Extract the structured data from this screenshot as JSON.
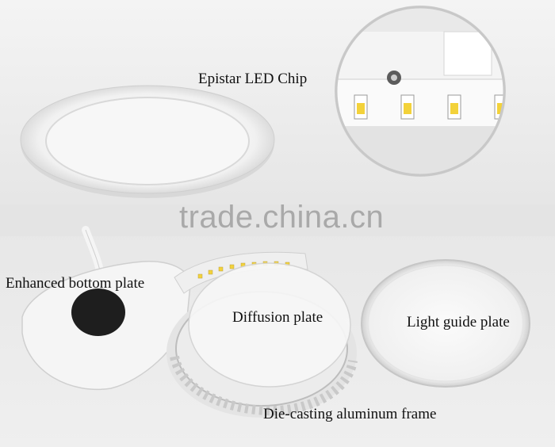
{
  "labels": {
    "epistar": "Epistar LED Chip",
    "bottom_plate": "Enhanced bottom plate",
    "diffusion": "Diffusion plate",
    "light_guide": "Light guide plate",
    "frame": "Die-casting aluminum frame"
  },
  "watermark": "trade.china.cn",
  "colors": {
    "background": "#ececec",
    "panel_white": "#f7f7f7",
    "led_yellow": "#f3d23a",
    "label_text": "#111111"
  }
}
